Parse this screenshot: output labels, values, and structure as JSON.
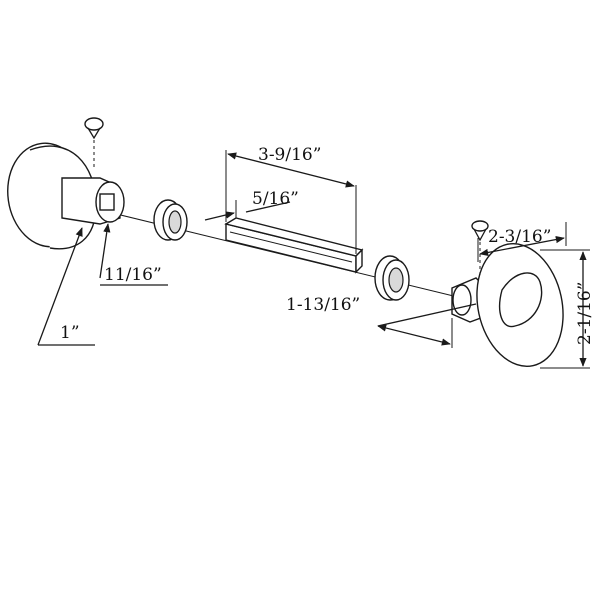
{
  "dimensions": {
    "spindle_length": "3-9/16”",
    "spindle_offset": "5/16”",
    "rosette_neck": "11/16”",
    "rosette_projection": "1”",
    "knob_width": "2-3/16”",
    "knob_height": "2-1/16”",
    "knob_projection": "1-13/16”"
  },
  "colors": {
    "line": "#1a1a1a",
    "background": "#ffffff"
  }
}
